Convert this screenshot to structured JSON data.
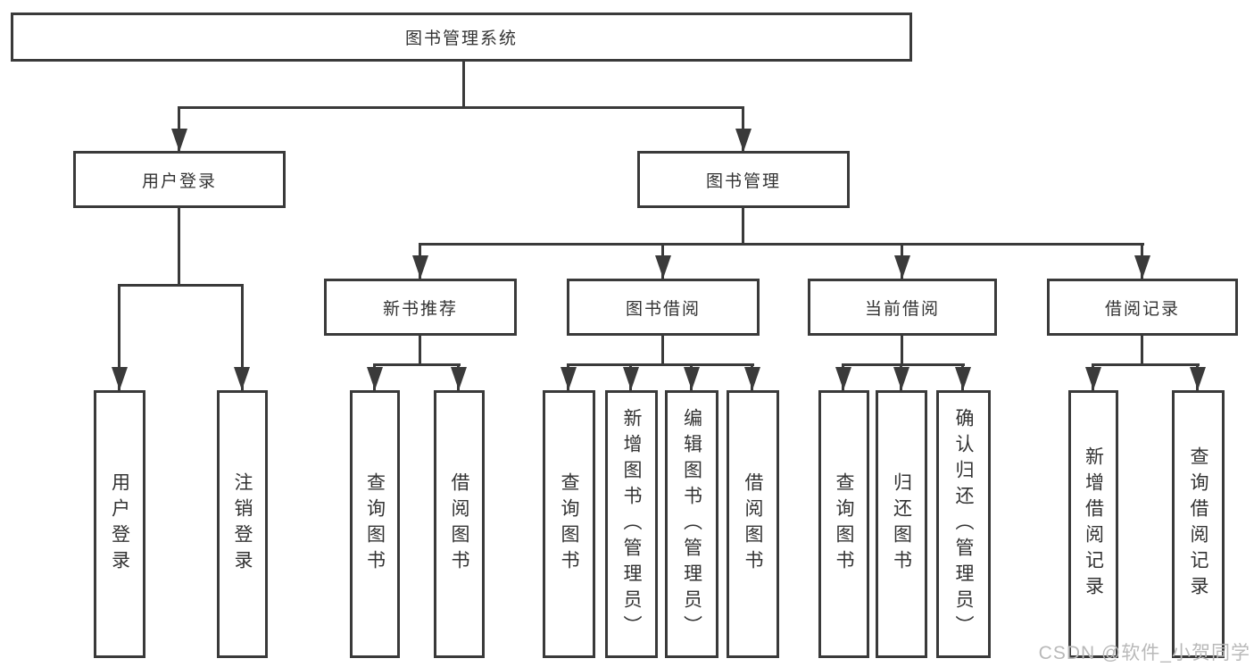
{
  "tree": {
    "root": {
      "label": "图书管理系统"
    },
    "branches": [
      {
        "label": "用户登录",
        "leaves": [
          {
            "label": "用户登录"
          },
          {
            "label": "注销登录"
          }
        ]
      },
      {
        "label": "图书管理",
        "groups": [
          {
            "label": "新书推荐",
            "leaves": [
              {
                "label": "查询图书"
              },
              {
                "label": "借阅图书"
              }
            ]
          },
          {
            "label": "图书借阅",
            "leaves": [
              {
                "label": "查询图书"
              },
              {
                "label": "新增图书（管理员）"
              },
              {
                "label": "编辑图书（管理员）"
              },
              {
                "label": "借阅图书"
              }
            ]
          },
          {
            "label": "当前借阅",
            "leaves": [
              {
                "label": "查询图书"
              },
              {
                "label": "归还图书"
              },
              {
                "label": "确认归还（管理员）"
              }
            ]
          },
          {
            "label": "借阅记录",
            "leaves": [
              {
                "label": "新增借阅记录"
              },
              {
                "label": "查询借阅记录"
              }
            ]
          }
        ]
      }
    ]
  },
  "watermark": {
    "text": "CSDN @软件_小贺同学"
  },
  "colors": {
    "line": "#3a3a3a",
    "text": "#333333",
    "background": "#ffffff",
    "watermark": "#b9b9b9"
  }
}
